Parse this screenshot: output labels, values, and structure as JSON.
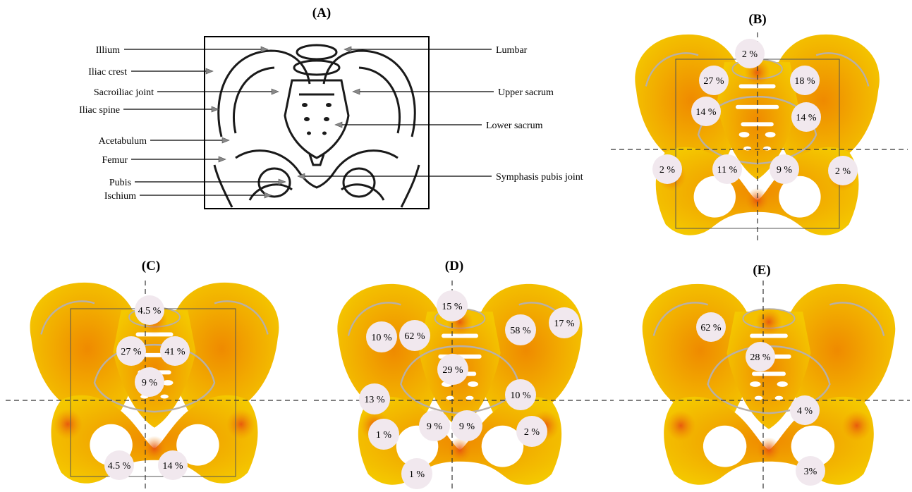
{
  "panels": {
    "A": {
      "title": "(A)",
      "left_labels": [
        "Illium",
        "Iliac crest",
        "Sacroiliac joint",
        "Iliac spine",
        "Acetabulum",
        "Femur",
        "Pubis",
        "Ischium"
      ],
      "right_labels": [
        "Lumbar",
        "Upper sacrum",
        "Lower sacrum",
        "Symphasis pubis joint"
      ]
    },
    "B": {
      "title": "(B)",
      "percentages": [
        "2 %",
        "27 %",
        "18 %",
        "14 %",
        "14 %",
        "2 %",
        "11 %",
        "9 %",
        "2 %"
      ]
    },
    "C": {
      "title": "(C)",
      "percentages": [
        "4.5 %",
        "27 %",
        "41 %",
        "9 %",
        "4.5 %",
        "14 %"
      ]
    },
    "D": {
      "title": "(D)",
      "percentages": [
        "15 %",
        "10 %",
        "62 %",
        "58 %",
        "17 %",
        "29 %",
        "13 %",
        "10 %",
        "1 %",
        "9 %",
        "9 %",
        "2 %",
        "1 %"
      ]
    },
    "E": {
      "title": "(E)",
      "percentages": [
        "62 %",
        "28 %",
        "4 %",
        "3%"
      ]
    }
  },
  "colors": {
    "bone_yellow": "#f2c200",
    "bone_orange": "#ef8a00",
    "hot_red": "#e64a10",
    "marker_fill": "#f1e8ee",
    "outline": "#1a1a1a"
  }
}
